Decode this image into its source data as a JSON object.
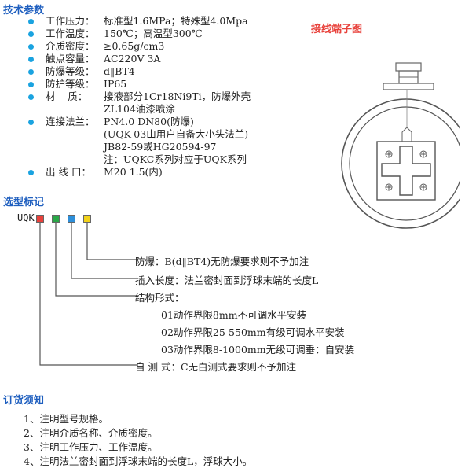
{
  "tech": {
    "title": "技术参数",
    "items": [
      {
        "label": "工作压力：",
        "value": "标准型1.6MPa；特殊型4.0Mpa"
      },
      {
        "label": "工作温度：",
        "value": "150℃；高温型300℃"
      },
      {
        "label": "介质密度：",
        "value": "≥0.65g/cm3"
      },
      {
        "label": "触点容量：",
        "value": "AC220V 3A"
      },
      {
        "label": "防爆等级：",
        "value": "d‖BT4"
      },
      {
        "label": "防护等级：",
        "value": "IP65"
      },
      {
        "label": "材    质：",
        "value": "接液部分1Cr18Ni9Ti，防爆外壳",
        "cont": [
          "ZL104油漆喷涂"
        ]
      },
      {
        "label": "连接法兰：",
        "value": "PN4.0 DN80(防爆)",
        "cont": [
          "(UQK-03山用户自备大小头法兰)",
          "JB82-59或HG20594-97",
          "注：UQKC系列对应于UQK系列"
        ]
      },
      {
        "label": "出 线 口：",
        "value": "M20  1.5(内)"
      }
    ]
  },
  "wiring": {
    "title": "接线端子图"
  },
  "model": {
    "title": "选型标记",
    "prefix": "UQK",
    "box_colors": [
      "#e8413b",
      "#29a847",
      "#2e8fd9",
      "#f2d21a"
    ],
    "explosion": "防爆：B(d‖BT4)无防爆要求则不予加注",
    "insert": "插入长度：法兰密封面到浮球末端的长度L",
    "structure": "结构形式：",
    "opt1": "01动作界限8mm不可调水平安装",
    "opt2": "02动作界限25-550mm有级可调水平安装",
    "opt3": "03动作界限8-1000mm无级可调垂：自安装",
    "selftest": "自 测 式：C无白测式要求则不予加注"
  },
  "order": {
    "title": "订货须知",
    "items": [
      "1、注明型号规格。",
      "2、注明介质名称、介质密度。",
      "3、注明工作压力、工作温度。",
      "4、注明法兰密封面到浮球末端的长度L，浮球大小。"
    ]
  }
}
